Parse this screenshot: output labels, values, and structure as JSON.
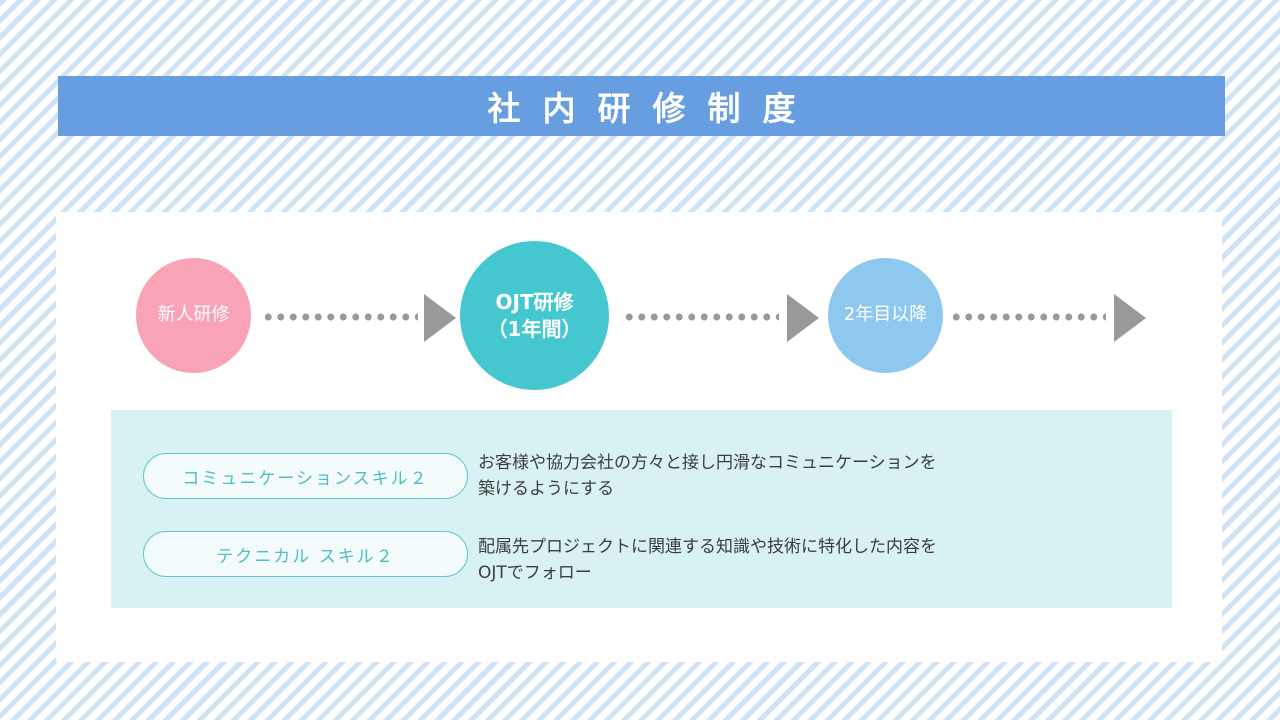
{
  "title": "社内研修制度",
  "flow": {
    "steps": [
      {
        "label": "新人研修",
        "color": "#f8a4b6"
      },
      {
        "label_line1": "OJT研修",
        "label_line2": "（1年間）",
        "color": "#45c7cf"
      },
      {
        "label": "2年目以降",
        "color": "#8ec8ef"
      }
    ]
  },
  "skills": [
    {
      "name": "コミュニケーションスキル２",
      "desc_line1": "お客様や協力会社の方々と接し円滑なコミュニケーションを",
      "desc_line2": "築けるようにする"
    },
    {
      "name": "テクニカル スキル２",
      "desc_line1": "配属先プロジェクトに関連する知識や技術に特化した内容を",
      "desc_line2": "OJTでフォロー"
    }
  ],
  "colors": {
    "title_bar": "#679edf",
    "detail_bg": "#d8f1f3",
    "pill_border": "#5ec9cf",
    "arrow": "#999999"
  }
}
